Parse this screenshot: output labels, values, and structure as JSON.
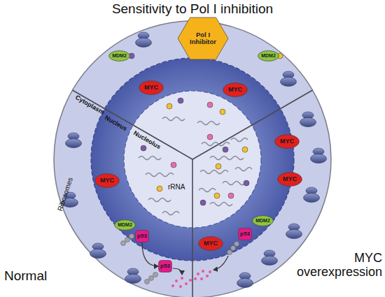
{
  "diagram": {
    "title": "Sensitivity to Pol I inhibition",
    "nodes": [
      {
        "text": [
          "Pol I Inhibitor"
        ]
      },
      {
        "text": [
          "MDM2"
        ]
      },
      {
        "text": [
          "MDM2"
        ]
      },
      {
        "text": [
          "MYC"
        ]
      },
      {
        "text": [
          "MYC"
        ]
      },
      {
        "text": [
          "MYC"
        ]
      },
      {
        "text": [
          "MDM2"
        ]
      },
      {
        "text": [
          "p53"
        ]
      },
      {
        "text": [
          "p53"
        ]
      },
      {
        "text": [
          "MYC"
        ]
      },
      {
        "text": [
          "MYC"
        ]
      },
      {
        "text": [
          "MYC"
        ]
      },
      {
        "text": [
          "MDM2"
        ]
      },
      {
        "text": [
          "p53"
        ]
      }
    ],
    "edges": [
      {
        "from": 7,
        "to": 8,
        "arrow": "to"
      }
    ],
    "labels": [
      "Cytoplasm",
      "Nucleus",
      "Nucleolus",
      "rRNA",
      "Ribosomes",
      "Normal",
      "MYC overexpression"
    ]
  }
}
